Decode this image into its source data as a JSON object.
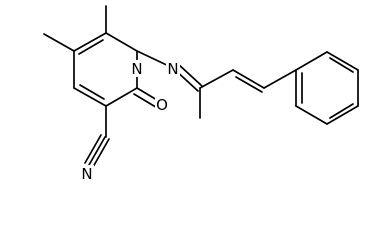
{
  "molecule": {
    "atoms": {
      "ring_nitrogen": "N",
      "imine_nitrogen": "N",
      "nitrile_nitrogen": "N",
      "carbonyl_oxygen": "O"
    }
  }
}
